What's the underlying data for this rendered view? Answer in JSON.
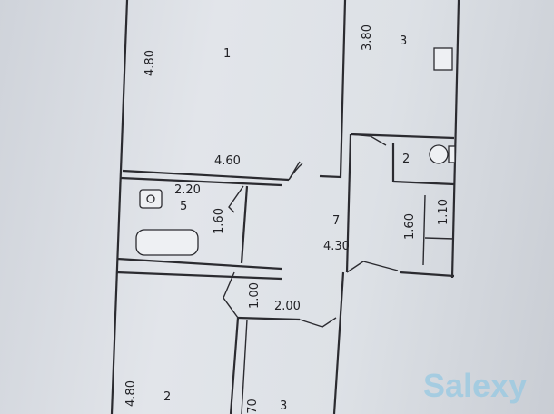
{
  "plan": {
    "rooms": [
      {
        "id": "room-1-label",
        "text": "1"
      },
      {
        "id": "room-3-top-label",
        "text": "3"
      },
      {
        "id": "room-2-wc-label",
        "text": "2"
      },
      {
        "id": "room-5-label",
        "text": "5"
      },
      {
        "id": "room-7-label",
        "text": "7"
      },
      {
        "id": "room-2-bottom-label",
        "text": "2"
      },
      {
        "id": "room-3-bottom-label",
        "text": "3"
      }
    ],
    "dimensions": {
      "d480_top": "4.80",
      "d380": "3.80",
      "d460": "4.60",
      "d220": "2.20",
      "d160_bath": "1.60",
      "d430": "4.30",
      "d160_hall": "1.60",
      "d110": "1.10",
      "d100": "1.00",
      "d200": "2.00",
      "d480_bottom": "4.80",
      "d070": "70"
    }
  },
  "watermark": "Salexy",
  "colors": {
    "paper": "#dde1e6",
    "ink": "#2b2b30",
    "watermark": "#96c8e1"
  }
}
